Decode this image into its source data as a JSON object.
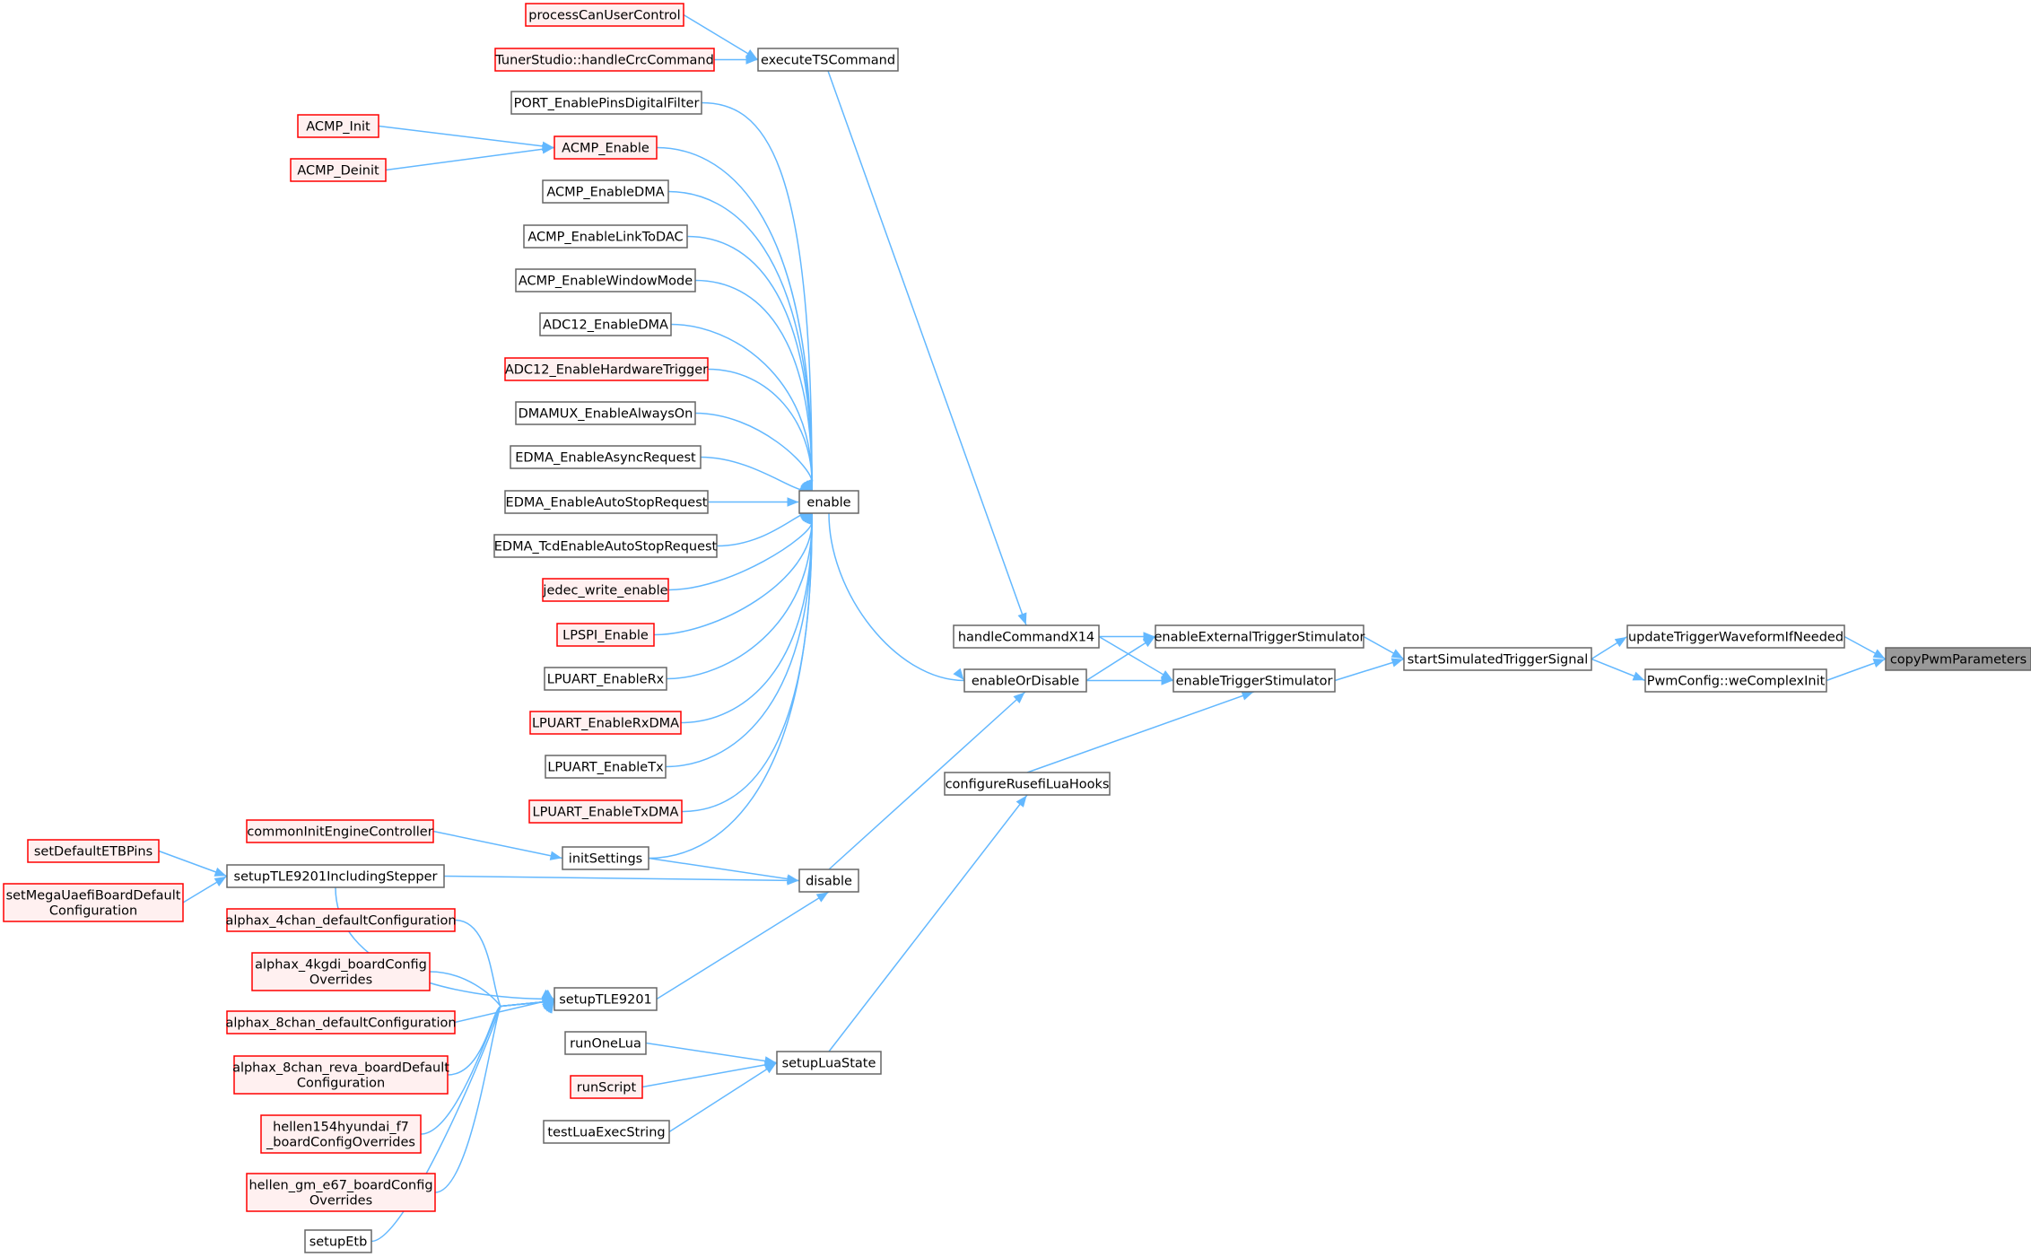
{
  "graph": {
    "type": "caller-graph",
    "colors": {
      "edge": "#63b8ff",
      "black_border": "#666666",
      "red_border": "#ff0000",
      "red_fill": "#fff0f0",
      "root_fill": "#999999"
    },
    "nodes": {
      "copyPwmParameters": {
        "lines": [
          "copyPwmParameters"
        ],
        "style": "root"
      },
      "updateTriggerWaveformIfNeeded": {
        "lines": [
          "updateTriggerWaveformIfNeeded"
        ],
        "style": "black"
      },
      "PwmConfig_weComplexInit": {
        "lines": [
          "PwmConfig::weComplexInit"
        ],
        "style": "black"
      },
      "startSimulatedTriggerSignal": {
        "lines": [
          "startSimulatedTriggerSignal"
        ],
        "style": "black"
      },
      "enableExternalTriggerStimulator": {
        "lines": [
          "enableExternalTriggerStimulator"
        ],
        "style": "black"
      },
      "enableTriggerStimulator": {
        "lines": [
          "enableTriggerStimulator"
        ],
        "style": "black"
      },
      "handleCommandX14": {
        "lines": [
          "handleCommandX14"
        ],
        "style": "black"
      },
      "enableOrDisable": {
        "lines": [
          "enableOrDisable"
        ],
        "style": "black"
      },
      "configureRusefiLuaHooks": {
        "lines": [
          "configureRusefiLuaHooks"
        ],
        "style": "black"
      },
      "executeTSCommand": {
        "lines": [
          "executeTSCommand"
        ],
        "style": "black"
      },
      "processCanUserControl": {
        "lines": [
          "processCanUserControl"
        ],
        "style": "red"
      },
      "TunerStudio_handleCrcCommand": {
        "lines": [
          "TunerStudio::handleCrcCommand"
        ],
        "style": "red"
      },
      "enable": {
        "lines": [
          "enable"
        ],
        "style": "black"
      },
      "disable": {
        "lines": [
          "disable"
        ],
        "style": "black"
      },
      "setupLuaState": {
        "lines": [
          "setupLuaState"
        ],
        "style": "black"
      },
      "PORT_EnablePinsDigitalFilter": {
        "lines": [
          "PORT_EnablePinsDigitalFilter"
        ],
        "style": "black"
      },
      "ACMP_Enable": {
        "lines": [
          "ACMP_Enable"
        ],
        "style": "red"
      },
      "ACMP_Init": {
        "lines": [
          "ACMP_Init"
        ],
        "style": "red"
      },
      "ACMP_Deinit": {
        "lines": [
          "ACMP_Deinit"
        ],
        "style": "red"
      },
      "ACMP_EnableDMA": {
        "lines": [
          "ACMP_EnableDMA"
        ],
        "style": "black"
      },
      "ACMP_EnableLinkToDAC": {
        "lines": [
          "ACMP_EnableLinkToDAC"
        ],
        "style": "black"
      },
      "ACMP_EnableWindowMode": {
        "lines": [
          "ACMP_EnableWindowMode"
        ],
        "style": "black"
      },
      "ADC12_EnableDMA": {
        "lines": [
          "ADC12_EnableDMA"
        ],
        "style": "black"
      },
      "ADC12_EnableHardwareTrigger": {
        "lines": [
          "ADC12_EnableHardwareTrigger"
        ],
        "style": "red"
      },
      "DMAMUX_EnableAlwaysOn": {
        "lines": [
          "DMAMUX_EnableAlwaysOn"
        ],
        "style": "black"
      },
      "EDMA_EnableAsyncRequest": {
        "lines": [
          "EDMA_EnableAsyncRequest"
        ],
        "style": "black"
      },
      "EDMA_EnableAutoStopRequest": {
        "lines": [
          "EDMA_EnableAutoStopRequest"
        ],
        "style": "black"
      },
      "EDMA_TcdEnableAutoStopRequest": {
        "lines": [
          "EDMA_TcdEnableAutoStopRequest"
        ],
        "style": "black"
      },
      "jedec_write_enable": {
        "lines": [
          "jedec_write_enable"
        ],
        "style": "red"
      },
      "LPSPI_Enable": {
        "lines": [
          "LPSPI_Enable"
        ],
        "style": "red"
      },
      "LPUART_EnableRx": {
        "lines": [
          "LPUART_EnableRx"
        ],
        "style": "black"
      },
      "LPUART_EnableRxDMA": {
        "lines": [
          "LPUART_EnableRxDMA"
        ],
        "style": "red"
      },
      "LPUART_EnableTx": {
        "lines": [
          "LPUART_EnableTx"
        ],
        "style": "black"
      },
      "LPUART_EnableTxDMA": {
        "lines": [
          "LPUART_EnableTxDMA"
        ],
        "style": "red"
      },
      "initSettings": {
        "lines": [
          "initSettings"
        ],
        "style": "black"
      },
      "commonInitEngineController": {
        "lines": [
          "commonInitEngineController"
        ],
        "style": "red"
      },
      "setupTLE9201IncludingStepper": {
        "lines": [
          "setupTLE9201IncludingStepper"
        ],
        "style": "black"
      },
      "setDefaultETBPins": {
        "lines": [
          "setDefaultETBPins"
        ],
        "style": "red"
      },
      "setMegaUaefiBoardDefaultConfiguration": {
        "lines": [
          "setMegaUaefiBoardDefault",
          "Configuration"
        ],
        "style": "red"
      },
      "setupTLE9201": {
        "lines": [
          "setupTLE9201"
        ],
        "style": "black"
      },
      "alphax_4chan_defaultConfiguration": {
        "lines": [
          "alphax_4chan_defaultConfiguration"
        ],
        "style": "red"
      },
      "alphax_4kgdi_boardConfigOverrides": {
        "lines": [
          "alphax_4kgdi_boardConfig",
          "Overrides"
        ],
        "style": "red"
      },
      "alphax_8chan_defaultConfiguration": {
        "lines": [
          "alphax_8chan_defaultConfiguration"
        ],
        "style": "red"
      },
      "alphax_8chan_reva_boardDefaultConfiguration": {
        "lines": [
          "alphax_8chan_reva_boardDefault",
          "Configuration"
        ],
        "style": "red"
      },
      "hellen154hyundai_f7_boardConfigOverrides": {
        "lines": [
          "hellen154hyundai_f7",
          "_boardConfigOverrides"
        ],
        "style": "red"
      },
      "hellen_gm_e67_boardConfigOverrides": {
        "lines": [
          "hellen_gm_e67_boardConfig",
          "Overrides"
        ],
        "style": "red"
      },
      "setupEtb": {
        "lines": [
          "setupEtb"
        ],
        "style": "black"
      },
      "runOneLua": {
        "lines": [
          "runOneLua"
        ],
        "style": "black"
      },
      "runScript": {
        "lines": [
          "runScript"
        ],
        "style": "red"
      },
      "testLuaExecString": {
        "lines": [
          "testLuaExecString"
        ],
        "style": "black"
      }
    },
    "edges": [
      [
        "updateTriggerWaveformIfNeeded",
        "copyPwmParameters"
      ],
      [
        "PwmConfig_weComplexInit",
        "copyPwmParameters"
      ],
      [
        "startSimulatedTriggerSignal",
        "updateTriggerWaveformIfNeeded"
      ],
      [
        "startSimulatedTriggerSignal",
        "PwmConfig_weComplexInit"
      ],
      [
        "enableExternalTriggerStimulator",
        "startSimulatedTriggerSignal"
      ],
      [
        "enableTriggerStimulator",
        "startSimulatedTriggerSignal"
      ],
      [
        "handleCommandX14",
        "enableExternalTriggerStimulator"
      ],
      [
        "handleCommandX14",
        "enableTriggerStimulator"
      ],
      [
        "enableOrDisable",
        "enableExternalTriggerStimulator"
      ],
      [
        "enableOrDisable",
        "enableTriggerStimulator"
      ],
      [
        "configureRusefiLuaHooks",
        "enableTriggerStimulator"
      ],
      [
        "executeTSCommand",
        "handleCommandX14"
      ],
      [
        "processCanUserControl",
        "executeTSCommand"
      ],
      [
        "TunerStudio_handleCrcCommand",
        "executeTSCommand"
      ],
      [
        "enable",
        "enableOrDisable"
      ],
      [
        "disable",
        "enableOrDisable"
      ],
      [
        "setupLuaState",
        "configureRusefiLuaHooks"
      ],
      [
        "PORT_EnablePinsDigitalFilter",
        "enable"
      ],
      [
        "ACMP_Enable",
        "enable"
      ],
      [
        "ACMP_Init",
        "ACMP_Enable"
      ],
      [
        "ACMP_Deinit",
        "ACMP_Enable"
      ],
      [
        "ACMP_EnableDMA",
        "enable"
      ],
      [
        "ACMP_EnableLinkToDAC",
        "enable"
      ],
      [
        "ACMP_EnableWindowMode",
        "enable"
      ],
      [
        "ADC12_EnableDMA",
        "enable"
      ],
      [
        "ADC12_EnableHardwareTrigger",
        "enable"
      ],
      [
        "DMAMUX_EnableAlwaysOn",
        "enable"
      ],
      [
        "EDMA_EnableAsyncRequest",
        "enable"
      ],
      [
        "EDMA_EnableAutoStopRequest",
        "enable"
      ],
      [
        "EDMA_TcdEnableAutoStopRequest",
        "enable"
      ],
      [
        "jedec_write_enable",
        "enable"
      ],
      [
        "LPSPI_Enable",
        "enable"
      ],
      [
        "LPUART_EnableRx",
        "enable"
      ],
      [
        "LPUART_EnableRxDMA",
        "enable"
      ],
      [
        "LPUART_EnableTx",
        "enable"
      ],
      [
        "LPUART_EnableTxDMA",
        "enable"
      ],
      [
        "initSettings",
        "enable"
      ],
      [
        "initSettings",
        "disable"
      ],
      [
        "commonInitEngineController",
        "initSettings"
      ],
      [
        "setupTLE9201IncludingStepper",
        "disable"
      ],
      [
        "setDefaultETBPins",
        "setupTLE9201IncludingStepper"
      ],
      [
        "setMegaUaefiBoardDefaultConfiguration",
        "setupTLE9201IncludingStepper"
      ],
      [
        "setupTLE9201",
        "disable"
      ],
      [
        "setupTLE9201IncludingStepper",
        "setupTLE9201"
      ],
      [
        "alphax_4chan_defaultConfiguration",
        "setupTLE9201"
      ],
      [
        "alphax_4kgdi_boardConfigOverrides",
        "setupTLE9201"
      ],
      [
        "alphax_8chan_defaultConfiguration",
        "setupTLE9201"
      ],
      [
        "alphax_8chan_reva_boardDefaultConfiguration",
        "setupTLE9201"
      ],
      [
        "hellen154hyundai_f7_boardConfigOverrides",
        "setupTLE9201"
      ],
      [
        "hellen_gm_e67_boardConfigOverrides",
        "setupTLE9201"
      ],
      [
        "setupEtb",
        "setupTLE9201"
      ],
      [
        "runOneLua",
        "setupLuaState"
      ],
      [
        "runScript",
        "setupLuaState"
      ],
      [
        "testLuaExecString",
        "setupLuaState"
      ]
    ]
  }
}
